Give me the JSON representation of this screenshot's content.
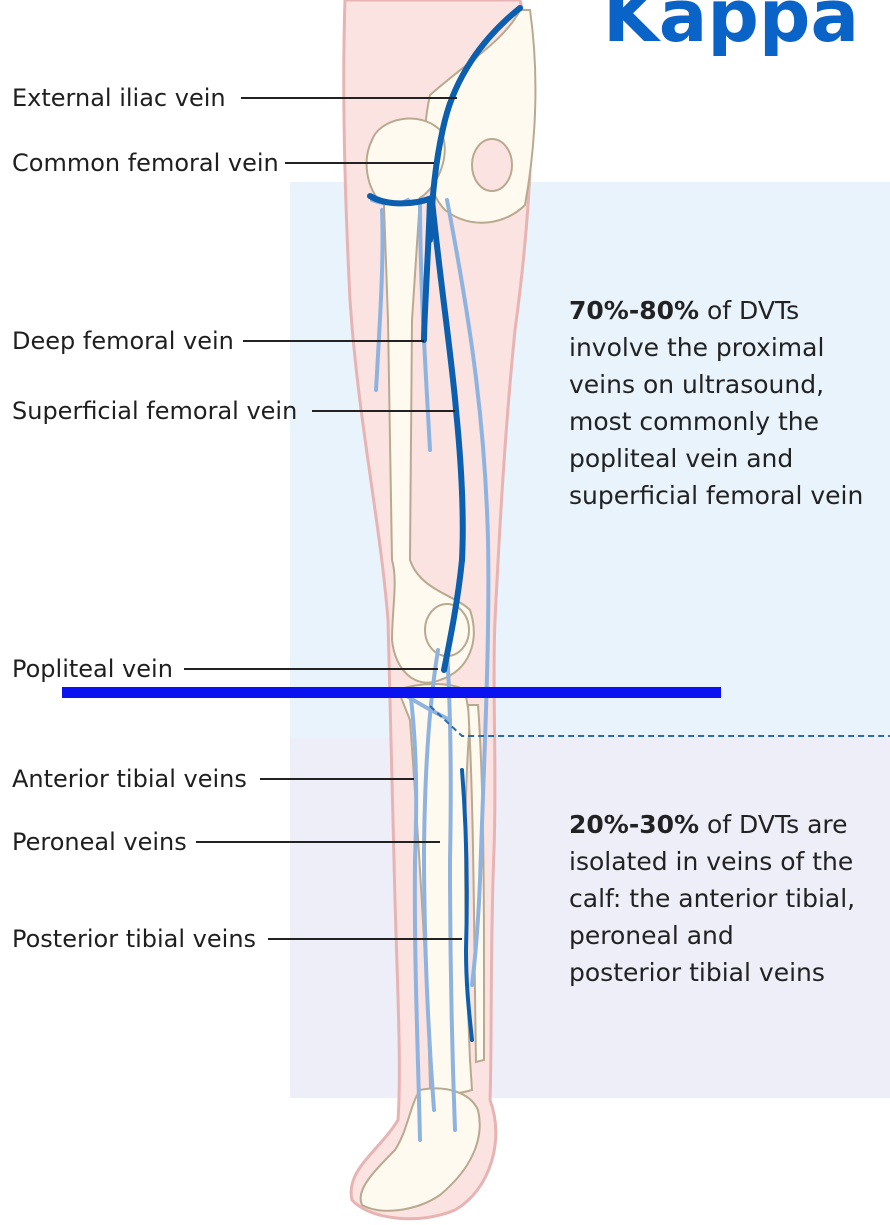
{
  "heading": {
    "text": "Kappa"
  },
  "labels": {
    "external_iliac": "External iliac vein",
    "common_femoral": "Common femoral vein",
    "deep_femoral": "Deep femoral vein",
    "superficial_femoral": "Superficial femoral vein",
    "popliteal": "Popliteal vein",
    "anterior_tibial": "Anterior tibial veins",
    "peroneal": "Peroneal veins",
    "posterior_tibial": "Posterior tibial veins"
  },
  "notes": {
    "proximal": {
      "bold": "70%-80%",
      "line1_rest": " of DVTs",
      "line2": "involve the proximal",
      "line3": "veins on ultrasound,",
      "line4": "most commonly the",
      "line5": "popliteal vein and",
      "line6": "superficial femoral vein"
    },
    "calf": {
      "bold": "20%-30%",
      "line1_rest": " of DVTs are",
      "line2": "isolated in veins of the",
      "line3": "calf: the anterior tibial,",
      "line4": "peroneal and",
      "line5": "posterior tibial veins"
    }
  },
  "colors": {
    "proximal_panel": "#e8f3fb",
    "calf_panel": "#eeeef8",
    "skin": "#fbe3e2",
    "skin_outline": "#e7b4b3",
    "bone": "#fffaf0",
    "bone_outline": "#b9aa8f",
    "deep_vein": "#0b5fae",
    "light_vein": "#8fb3df",
    "divider_bar": "#0a12f0",
    "heading": "#0a63c7"
  }
}
